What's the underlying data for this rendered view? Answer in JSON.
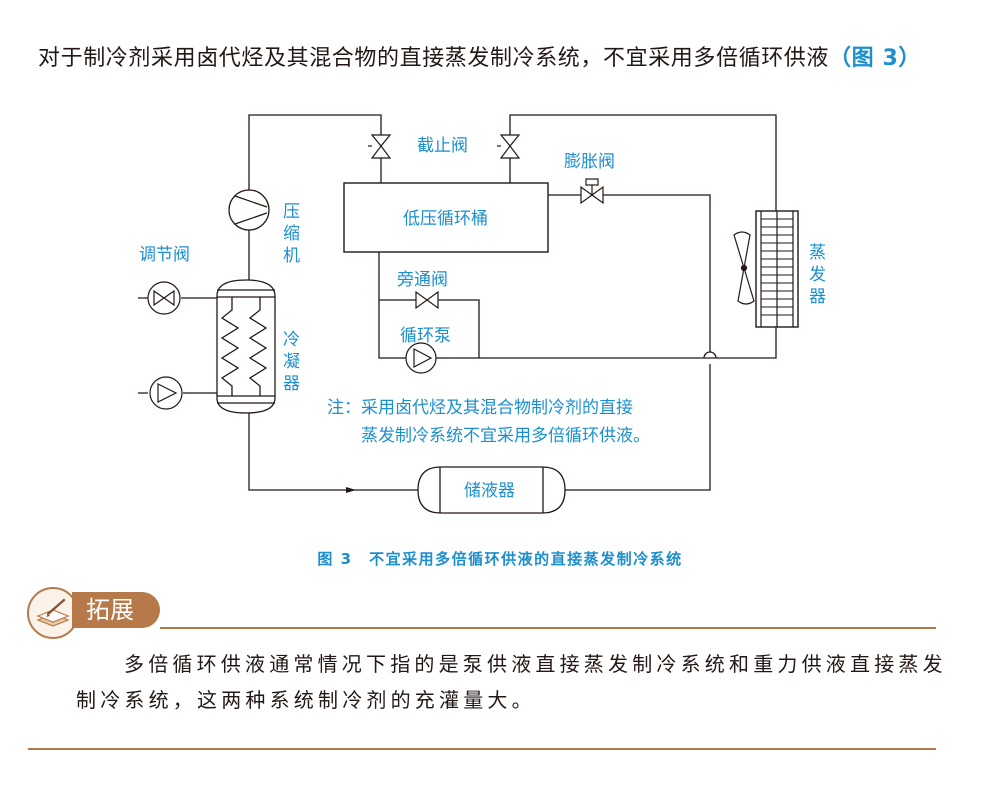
{
  "intro": {
    "text": "对于制冷剂采用卤代烃及其混合物的直接蒸发制冷系统，不宜采用多倍循环供液",
    "figure_ref": "（图 3）"
  },
  "diagram": {
    "labels": {
      "stop_valve": "截止阀",
      "expansion_valve": "膨胀阀",
      "low_pressure_drum": "低压循环桶",
      "bypass_valve": "旁通阀",
      "circulation_pump": "循环泵",
      "regulating_valve": "调节阀",
      "compressor": "压缩机",
      "condenser": "冷凝器",
      "evaporator": "蒸发器",
      "receiver": "储液器"
    },
    "note": {
      "line1": "注：采用卤代烃及其混合物制冷剂的直接",
      "line2": "蒸发制冷系统不宜采用多倍循环供液。"
    },
    "colors": {
      "line": "#231815",
      "label": "#1d8fcf"
    }
  },
  "caption": "图 3　不宜采用多倍循环供液的直接蒸发制冷系统",
  "extension": {
    "icon": "book-pen-icon",
    "title": "拓展",
    "text": "多倍循环供液通常情况下指的是泵供液直接蒸发制冷系统和重力供液直接蒸发制冷系统，这两种系统制冷剂的充灌量大。"
  },
  "colors": {
    "accent": "#b5794a",
    "blue": "#1d8fcf",
    "text": "#231815"
  }
}
